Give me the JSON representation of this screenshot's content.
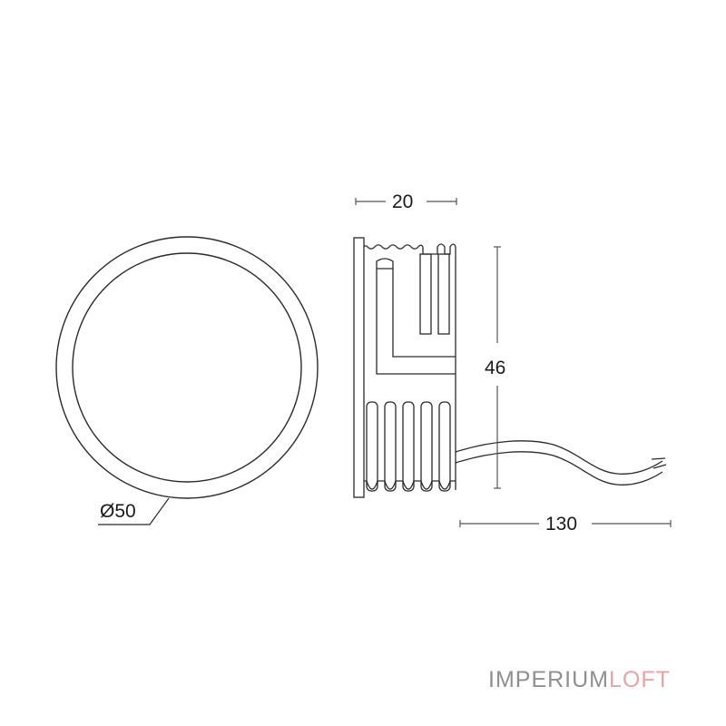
{
  "diagram": {
    "type": "technical-drawing",
    "views": {
      "front": {
        "label": "front-view-circle",
        "diameter_label": "Ø50"
      },
      "side": {
        "label": "side-view-profile",
        "width_label": "20",
        "height_label": "46",
        "cable_length_label": "130"
      }
    },
    "colors": {
      "line": "#2a2a2a",
      "dimension_line": "#555555",
      "brand_primary": "#8f8f8f",
      "brand_accent": "#e8a3a3"
    }
  },
  "brand": {
    "part1": "IMPERIUM",
    "part2": "LOFT"
  }
}
